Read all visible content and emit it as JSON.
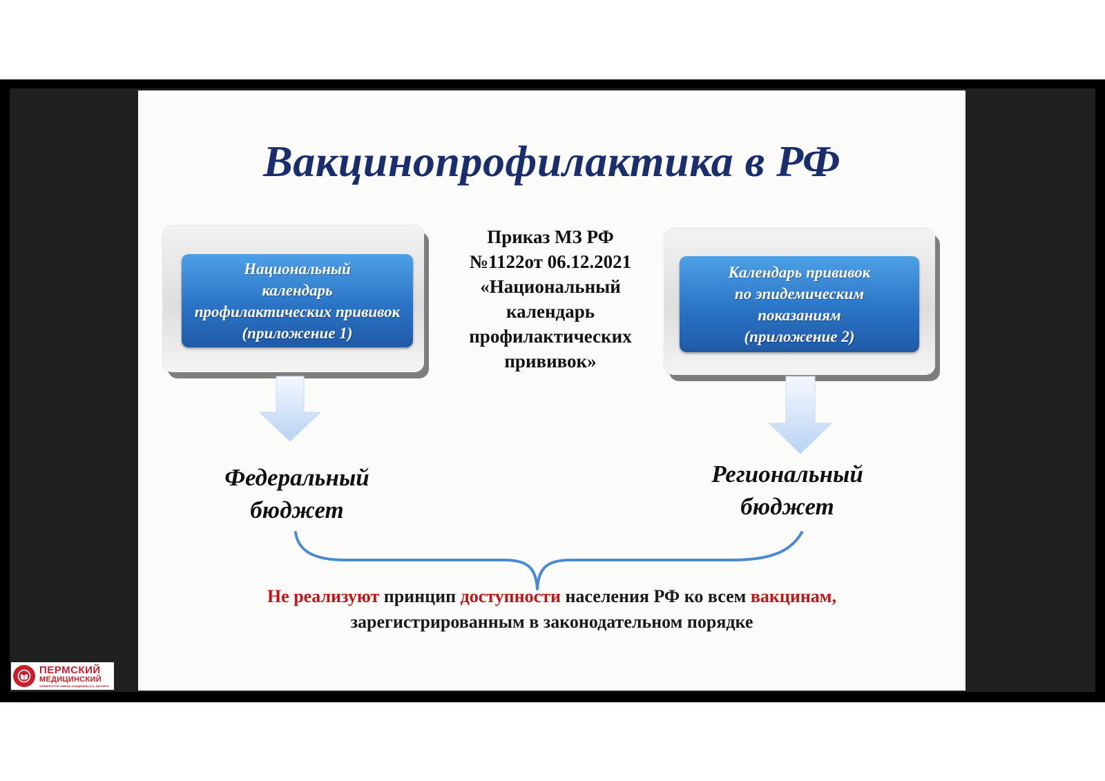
{
  "slide": {
    "title": "Вакцинопрофилактика в РФ",
    "left_box": "Национальный\nкалендарь\nпрофилактических прививок\n(приложение 1)",
    "right_box": "Календарь прививок\nпо эпидемическим\nпоказаниям\n(приложение 2)",
    "order": "Приказ МЗ РФ\n№1122от 06.12.2021\n«Национальный\nкалендарь\nпрофилактических\nпрививок»",
    "left_budget": "Федеральный\nбюджет",
    "right_budget": "Региональный\nбюджет",
    "bottom": {
      "part1": "Не реализуют",
      "part2": " принцип ",
      "part3": "доступности",
      "part4": " населения РФ ко всем ",
      "part5": "вакцинам,",
      "line2": "зарегистрированным в законодательном порядке"
    },
    "colors": {
      "title": "#1a2e6e",
      "box_blue": "#2b74c6",
      "highlight_red": "#c0151b",
      "brace_blue": "#4a8bd0",
      "arrow_blue": "#cfe0f7"
    }
  },
  "logo": {
    "line1": "ПЕРМСКИЙ",
    "line2": "МЕДИЦИНСКИЙ",
    "line3": "УНИВЕРСИТЕТ ИМЕНИ АКАДЕМИКА Е.А. ВАГНЕРА",
    "icon": "book-shield-icon",
    "color": "#c61f2b"
  }
}
